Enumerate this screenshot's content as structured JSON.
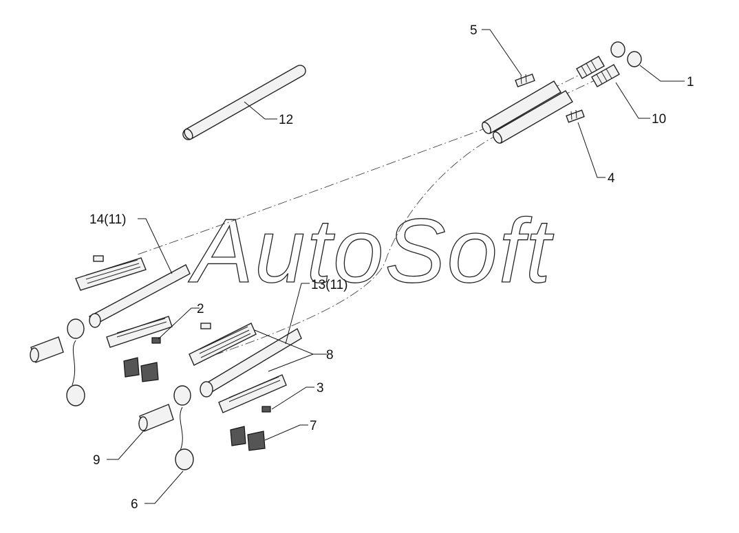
{
  "watermark": "AutoSoft",
  "callouts": [
    {
      "id": "1",
      "label": "1"
    },
    {
      "id": "2",
      "label": "2"
    },
    {
      "id": "3",
      "label": "3"
    },
    {
      "id": "4",
      "label": "4"
    },
    {
      "id": "5",
      "label": "5"
    },
    {
      "id": "6",
      "label": "6"
    },
    {
      "id": "7",
      "label": "7"
    },
    {
      "id": "8",
      "label": "8"
    },
    {
      "id": "9",
      "label": "9"
    },
    {
      "id": "10",
      "label": "10"
    },
    {
      "id": "12",
      "label": "12"
    },
    {
      "id": "13",
      "label": "13(11)"
    },
    {
      "id": "14",
      "label": "14(11)"
    }
  ]
}
